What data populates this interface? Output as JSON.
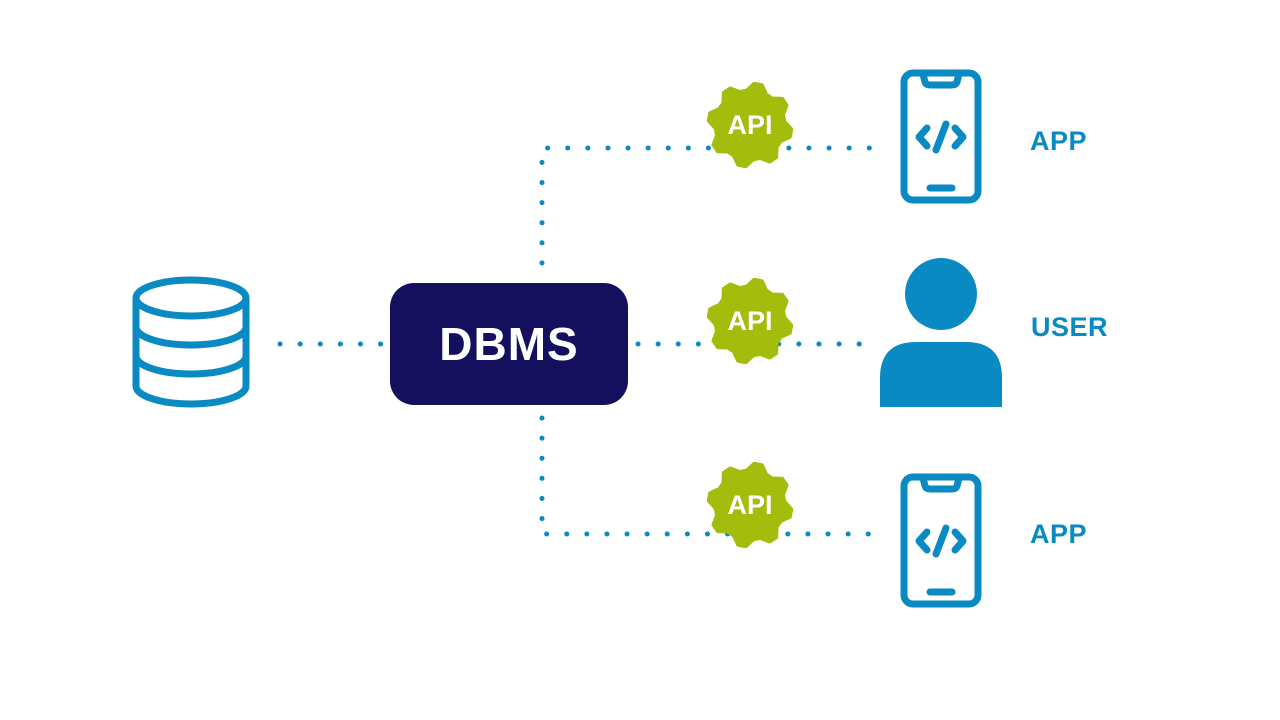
{
  "colors": {
    "accent": "#0a8ac3",
    "dbms_bg": "#14105e",
    "api_green": "#a4bd0c",
    "background": "#ffffff"
  },
  "nodes": {
    "database": {
      "icon": "database-icon"
    },
    "dbms": {
      "label": "DBMS"
    },
    "top_app": {
      "icon": "smartphone-code-icon",
      "label": "APP"
    },
    "user": {
      "icon": "user-icon",
      "label": "USER"
    },
    "bottom_app": {
      "icon": "smartphone-code-icon",
      "label": "APP"
    }
  },
  "api_badges": [
    {
      "label": "API",
      "icon": "gear-icon"
    },
    {
      "label": "API",
      "icon": "gear-icon"
    },
    {
      "label": "API",
      "icon": "gear-icon"
    }
  ]
}
